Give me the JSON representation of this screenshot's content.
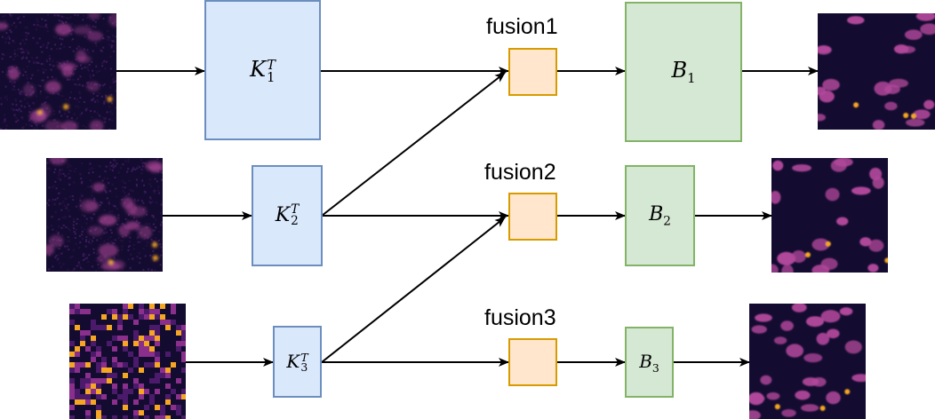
{
  "encoders": [
    {
      "symbol": "K",
      "sup": "T",
      "sub": "1"
    },
    {
      "symbol": "K",
      "sup": "T",
      "sub": "2"
    },
    {
      "symbol": "K",
      "sup": "T",
      "sub": "3"
    }
  ],
  "fusions": [
    {
      "label": "fusion1"
    },
    {
      "label": "fusion2"
    },
    {
      "label": "fusion3"
    }
  ],
  "decoders": [
    {
      "symbol": "B",
      "sub": "1"
    },
    {
      "symbol": "B",
      "sub": "2"
    },
    {
      "symbol": "B",
      "sub": "3"
    }
  ],
  "colors": {
    "encoder_fill": "#dae8fc",
    "encoder_stroke": "#6c8ebf",
    "decoder_fill": "#d5e8d4",
    "decoder_stroke": "#82b366",
    "fusion_fill": "#ffe6cc",
    "fusion_stroke": "#d79b00",
    "image_background": "#140c30",
    "blob_color": "#b0479a",
    "bright_color": "#f5a623"
  }
}
